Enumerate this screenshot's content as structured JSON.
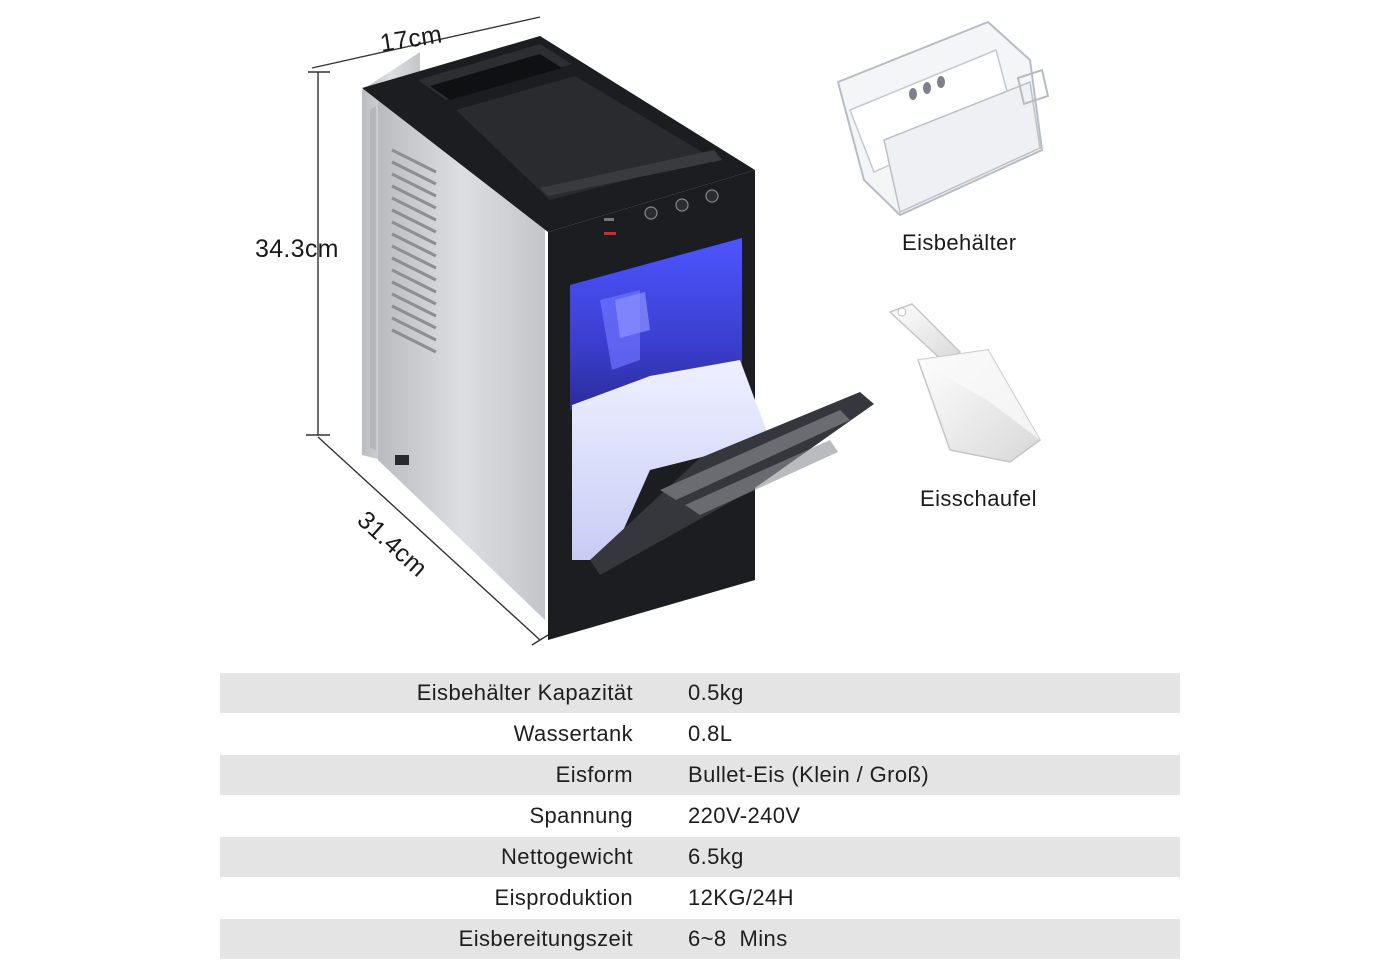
{
  "dimensions": {
    "width": "17cm",
    "height": "34.3cm",
    "depth": "31.4cm"
  },
  "accessories": {
    "bin_label": "Eisbehälter",
    "scoop_label": "Eisschaufel"
  },
  "specs": [
    {
      "label": "Eisbehälter Kapazität",
      "value": "0.5kg"
    },
    {
      "label": "Wassertank",
      "value": "0.8L"
    },
    {
      "label": "Eisform",
      "value": "Bullet-Eis (Klein / Groß)"
    },
    {
      "label": "Spannung",
      "value": "220V-240V"
    },
    {
      "label": "Nettogewicht",
      "value": "6.5kg"
    },
    {
      "label": "Eisproduktion",
      "value": "12KG/24H"
    },
    {
      "label": "Eisbereitungszeit",
      "value": "6~8  Mins"
    }
  ],
  "colors": {
    "row_shade": "#e4e4e4",
    "machine_black": "#1c1d20",
    "steel": "#c9cbce",
    "glow": "#3d43e6"
  }
}
